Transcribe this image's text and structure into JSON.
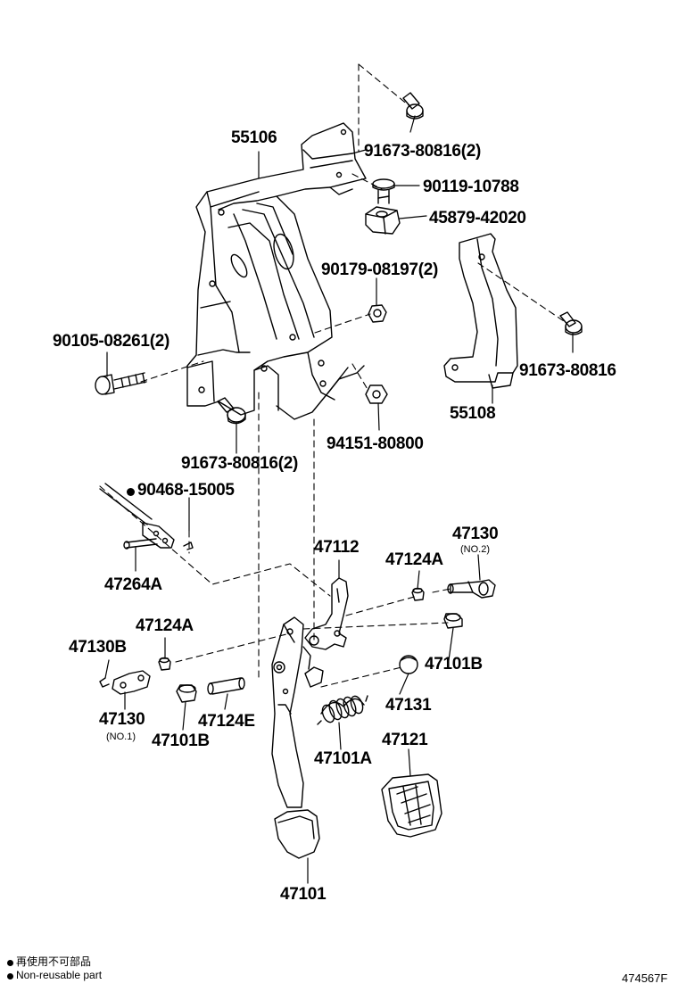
{
  "parts": {
    "p55106": "55106",
    "p91673_80816_2_top": "91673-80816(2)",
    "p90119_10788": "90119-10788",
    "p45879_42020": "45879-42020",
    "p90179_08197_2": "90179-08197(2)",
    "p90105_08261_2": "90105-08261(2)",
    "p91673_80816_right": "91673-80816",
    "p55108": "55108",
    "p94151_80800": "94151-80800",
    "p91673_80816_2_bottom": "91673-80816(2)",
    "p90468_15005": "90468-15005",
    "p47264A": "47264A",
    "p47112": "47112",
    "p47124A_right": "47124A",
    "p47130_no2": "47130",
    "no2": "(NO.2)",
    "p47124A_left": "47124A",
    "p47130B": "47130B",
    "p47101B_right": "47101B",
    "p47131": "47131",
    "p47130_no1": "47130",
    "no1": "(NO.1)",
    "p47124E": "47124E",
    "p47101B_left": "47101B",
    "p47101A": "47101A",
    "p47121": "47121",
    "p47101": "47101"
  },
  "legend": {
    "line1": "再使用不可部品",
    "line2": "Non-reusable part"
  },
  "figure_id": "474567F"
}
